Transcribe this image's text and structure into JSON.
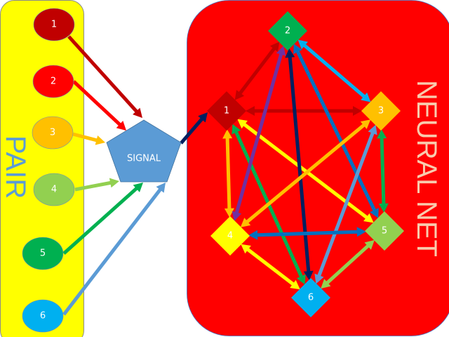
{
  "pair_panel": {
    "title": "PAIR",
    "nodes": [
      {
        "label": "1",
        "color": "#C00000"
      },
      {
        "label": "2",
        "color": "#FF0000"
      },
      {
        "label": "3",
        "color": "#FFC000"
      },
      {
        "label": "4",
        "color": "#92D050"
      },
      {
        "label": "5",
        "color": "#00B050"
      },
      {
        "label": "6",
        "color": "#00B0F0"
      }
    ],
    "arrow_colors": [
      "#C00000",
      "#FF0000",
      "#FFC000",
      "#92D050",
      "#00B050",
      "#5B9BD5"
    ]
  },
  "signal": {
    "label": "SIGNAL",
    "color": "#5B9BD5",
    "output_arrow_color": "#002060"
  },
  "neural_net": {
    "title": "NEURAL NET",
    "nodes": [
      {
        "label": "1",
        "color": "#C00000"
      },
      {
        "label": "2",
        "color": "#00B050"
      },
      {
        "label": "3",
        "color": "#FFC000"
      },
      {
        "label": "4",
        "color": "#FFFF00"
      },
      {
        "label": "5",
        "color": "#92D050"
      },
      {
        "label": "6",
        "color": "#00B0F0"
      }
    ],
    "edges": [
      {
        "from": 1,
        "to": 2,
        "color": "#C00000"
      },
      {
        "from": 1,
        "to": 3,
        "color": "#C00000"
      },
      {
        "from": 1,
        "to": 4,
        "color": "#FFC000"
      },
      {
        "from": 1,
        "to": 5,
        "color": "#FFFF00"
      },
      {
        "from": 1,
        "to": 6,
        "color": "#00B050"
      },
      {
        "from": 2,
        "to": 3,
        "color": "#00B0F0"
      },
      {
        "from": 2,
        "to": 4,
        "color": "#7030A0"
      },
      {
        "from": 2,
        "to": 5,
        "color": "#0070C0"
      },
      {
        "from": 2,
        "to": 6,
        "color": "#002060"
      },
      {
        "from": 3,
        "to": 4,
        "color": "#FFC000"
      },
      {
        "from": 3,
        "to": 5,
        "color": "#00B050"
      },
      {
        "from": 3,
        "to": 6,
        "color": "#5B9BD5"
      },
      {
        "from": 4,
        "to": 5,
        "color": "#0070C0"
      },
      {
        "from": 4,
        "to": 6,
        "color": "#FFFF00"
      },
      {
        "from": 5,
        "to": 6,
        "color": "#92D050"
      }
    ]
  }
}
